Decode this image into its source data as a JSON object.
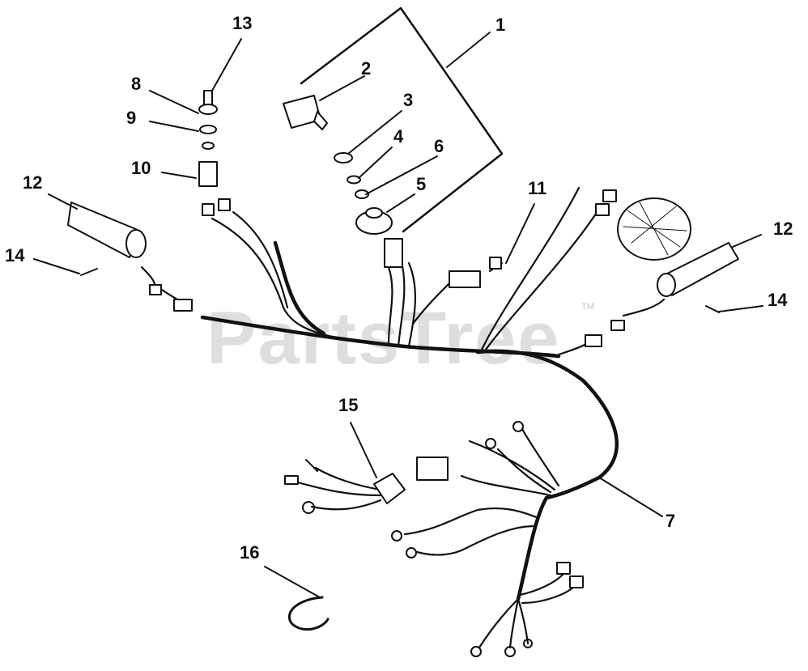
{
  "watermark": {
    "text": "PartsTree",
    "trademark": "TM"
  },
  "callouts": [
    {
      "id": "c1",
      "text": "1"
    },
    {
      "id": "c2",
      "text": "2"
    },
    {
      "id": "c3",
      "text": "3"
    },
    {
      "id": "c4",
      "text": "4"
    },
    {
      "id": "c5",
      "text": "5"
    },
    {
      "id": "c6",
      "text": "6"
    },
    {
      "id": "c7",
      "text": "7"
    },
    {
      "id": "c8",
      "text": "8"
    },
    {
      "id": "c9",
      "text": "9"
    },
    {
      "id": "c10",
      "text": "10"
    },
    {
      "id": "c11",
      "text": "11"
    },
    {
      "id": "c12a",
      "text": "12"
    },
    {
      "id": "c12b",
      "text": "12"
    },
    {
      "id": "c13",
      "text": "13"
    },
    {
      "id": "c14a",
      "text": "14"
    },
    {
      "id": "c14b",
      "text": "14"
    },
    {
      "id": "c15",
      "text": "15"
    },
    {
      "id": "c16",
      "text": "16"
    }
  ],
  "colors": {
    "ink": "#111111",
    "watermark": "#c4c4c4",
    "background": "#ffffff"
  }
}
